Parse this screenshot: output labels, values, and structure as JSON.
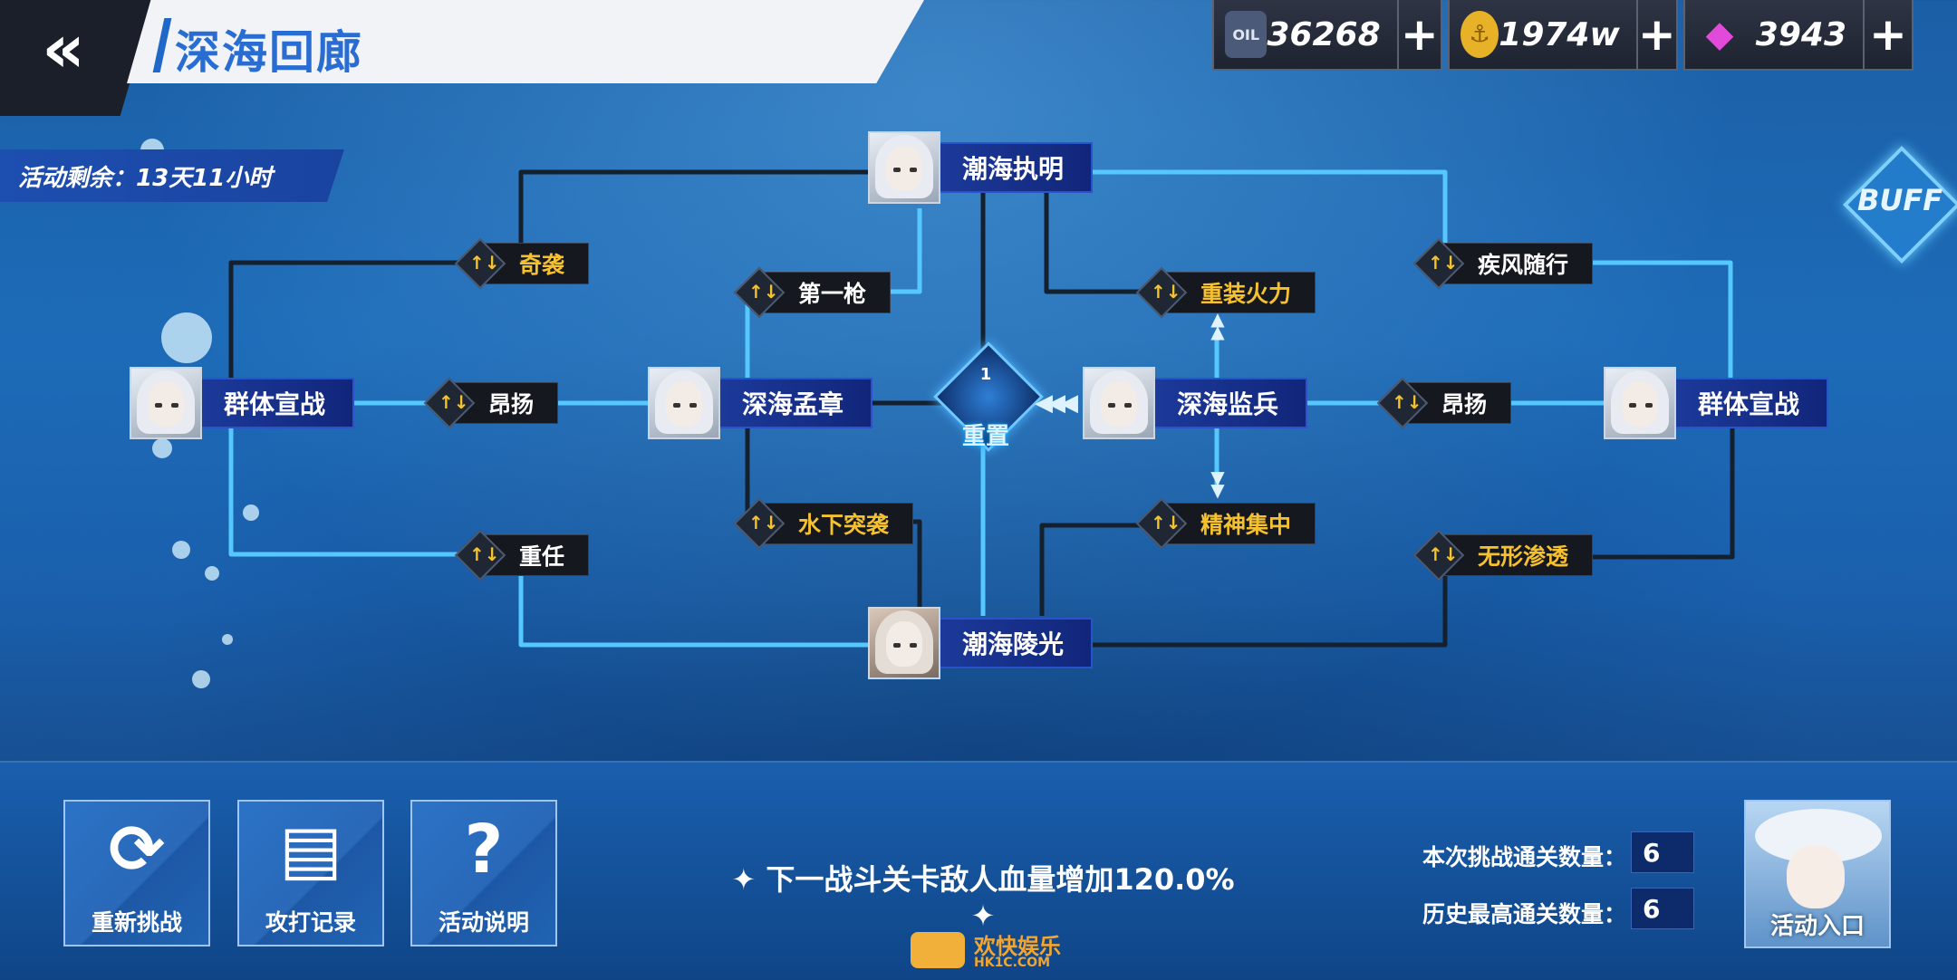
{
  "header": {
    "title": "深海回廊",
    "back_symbol": "«",
    "resources": [
      {
        "icon": "oil-barrel-icon",
        "icon_text": "OIL",
        "value": "36268"
      },
      {
        "icon": "gold-coin-icon",
        "icon_text": "⚓",
        "value": "1974w"
      },
      {
        "icon": "diamond-gem-icon",
        "icon_text": "◆",
        "value": "3943"
      }
    ],
    "plus": "+"
  },
  "timer": "活动剩余：13天11小时",
  "buff_label": "BUFF",
  "nodes": {
    "top": "潮海执明",
    "left": "群体宣战",
    "mid_left": "深海孟章",
    "mid_right": "深海监兵",
    "right": "群体宣战",
    "bottom": "潮海陵光"
  },
  "buffs": {
    "qixi": "奇袭",
    "diyiqiang": "第一枪",
    "zhongzhuang": "重装火力",
    "jifeng": "疾风随行",
    "angyang_left": "昂扬",
    "angyang_right": "昂扬",
    "shuixia": "水下突袭",
    "jingshen": "精神集中",
    "zhongren": "重任",
    "wuxing": "无形渗透"
  },
  "reset": {
    "num": "1",
    "label": "重置"
  },
  "bottom": {
    "buttons": [
      {
        "icon": "refresh-icon",
        "symbol": "⟳",
        "label": "重新挑战"
      },
      {
        "icon": "record-icon",
        "symbol": "▤",
        "label": "攻打记录"
      },
      {
        "icon": "help-icon",
        "symbol": "?",
        "label": "活动说明"
      }
    ],
    "warning": "✦ 下一战斗关卡敌人血量增加120.0% ✦",
    "stats": [
      {
        "label": "本次挑战通关数量：",
        "value": "6"
      },
      {
        "label": "历史最高通关数量：",
        "value": "6"
      }
    ],
    "entry_label": "活动入口"
  },
  "watermark": {
    "line1": "欢快娱乐",
    "line2": "HK1C.COM"
  }
}
